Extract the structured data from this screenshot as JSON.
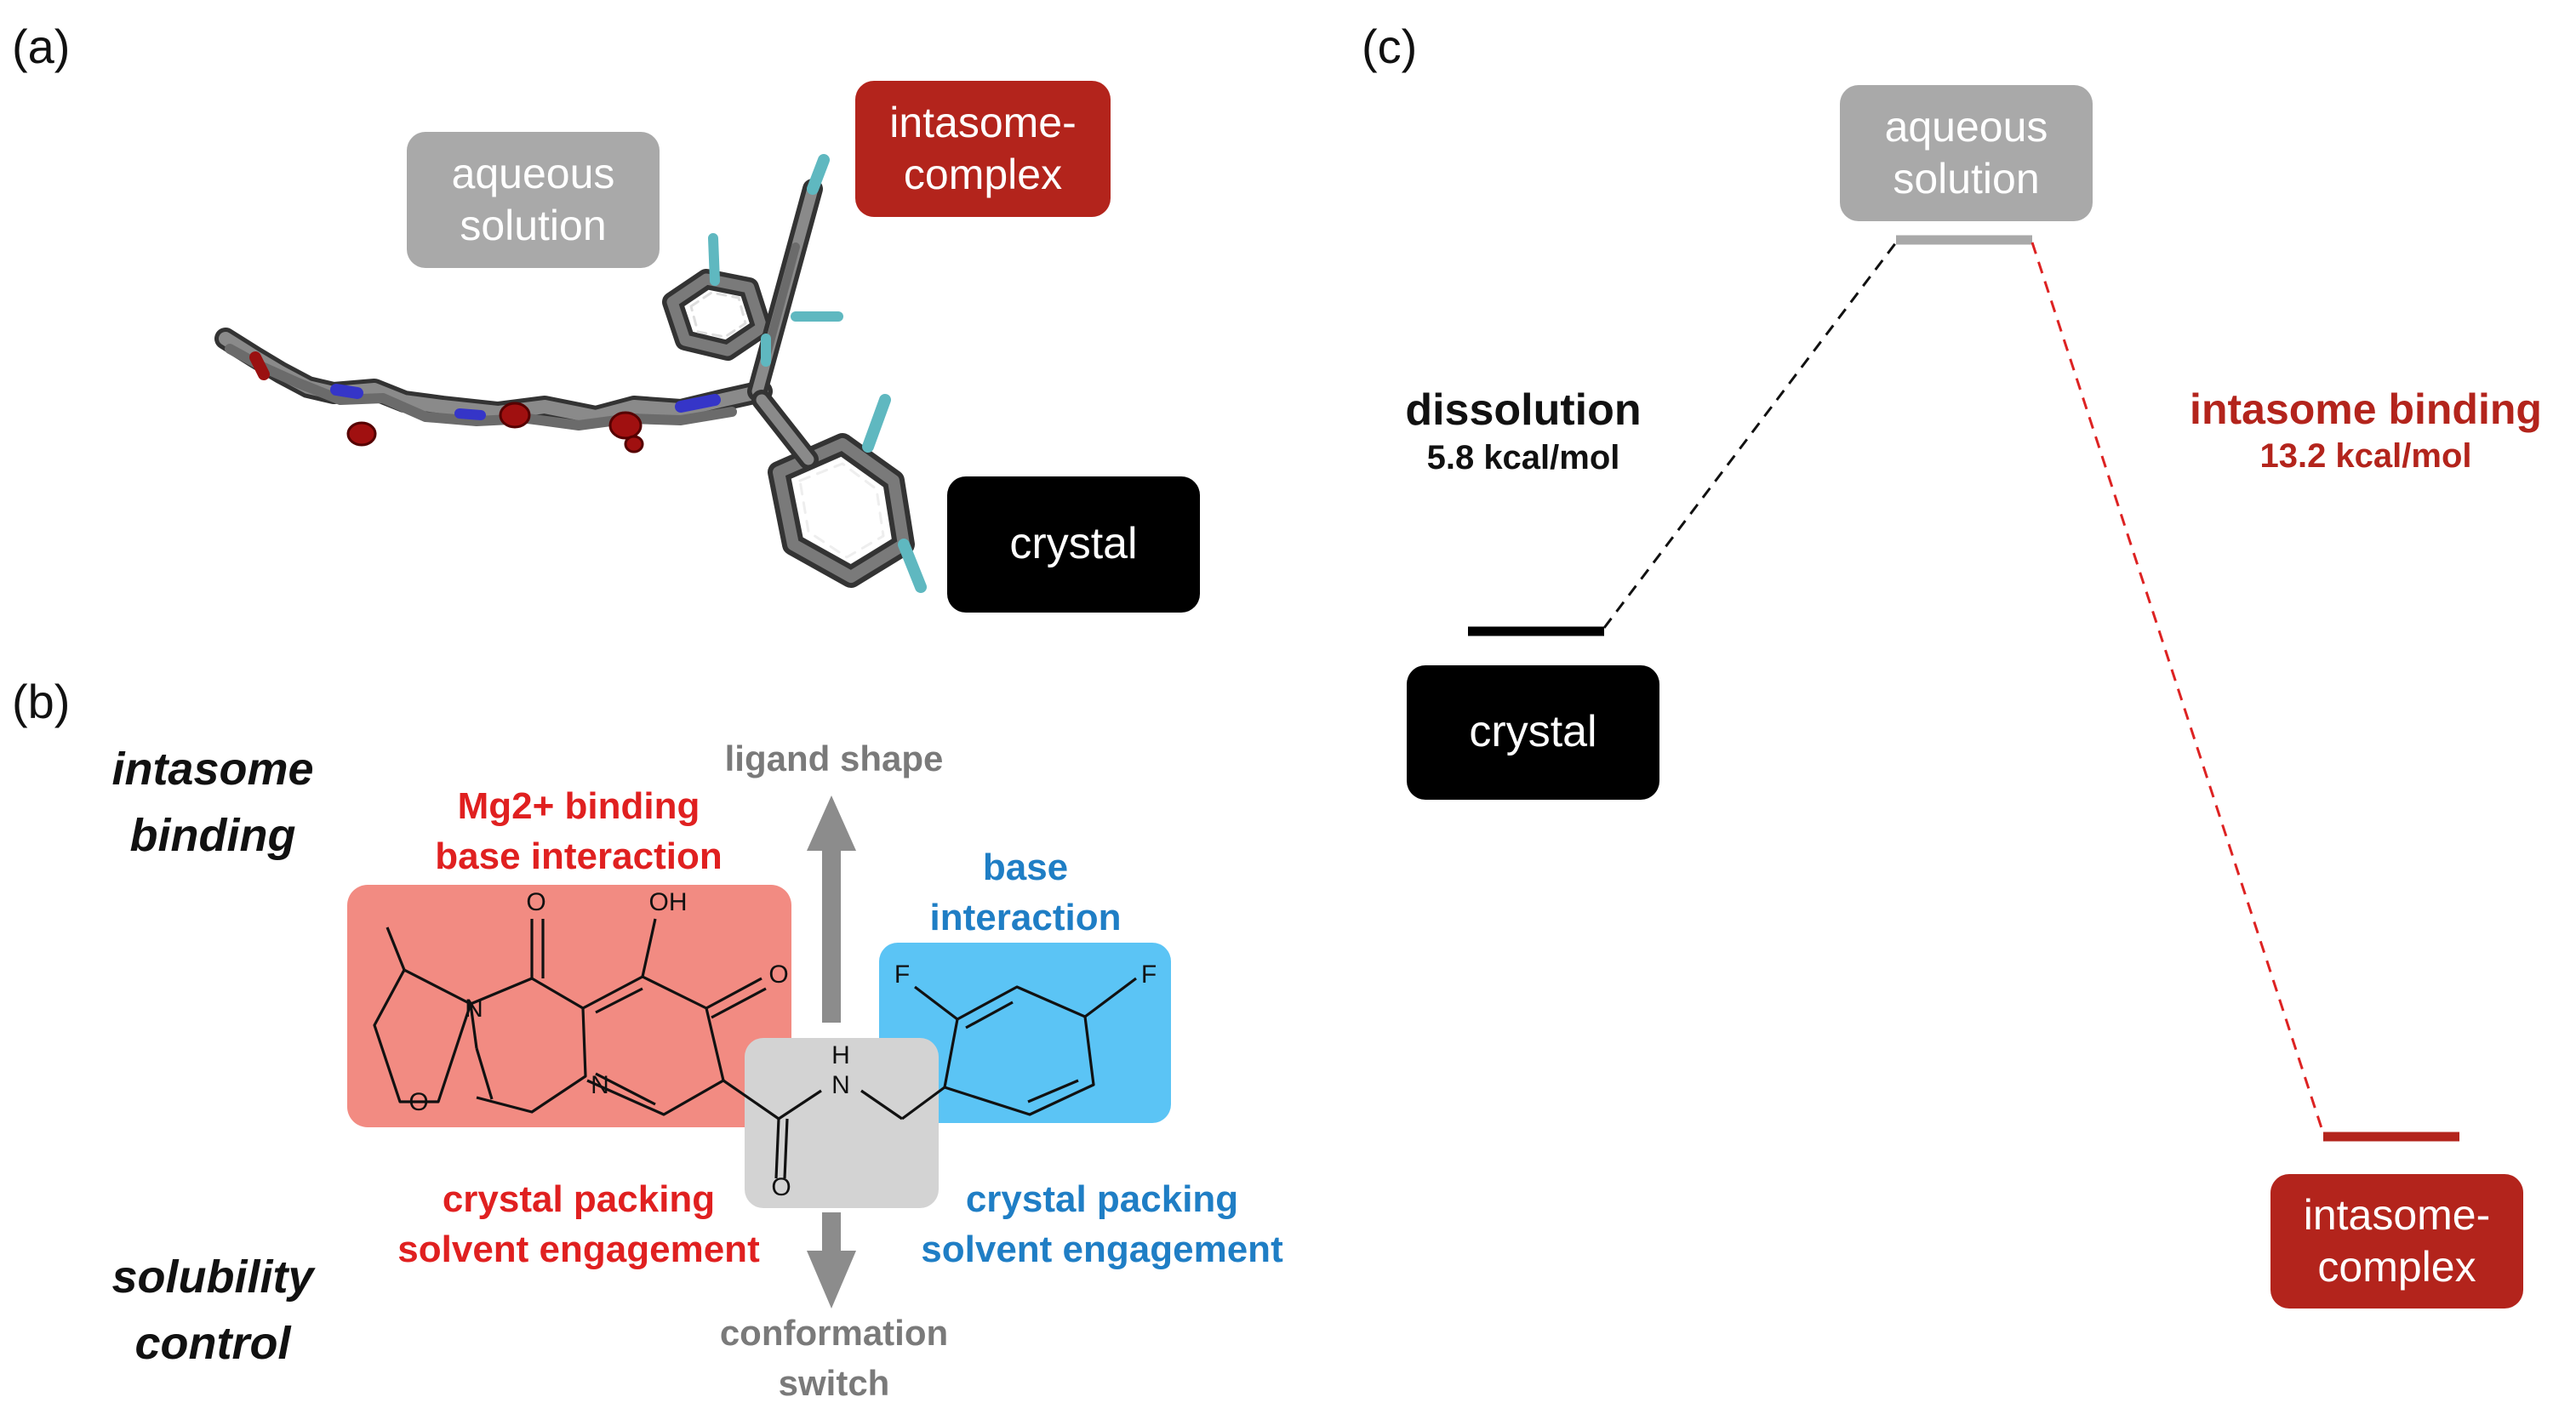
{
  "panels": {
    "a": "(a)",
    "b": "(b)",
    "c": "(c)"
  },
  "panel_a": {
    "aqueous_box": [
      "aqueous",
      "solution"
    ],
    "intasome_box": [
      "intasome-",
      "complex"
    ],
    "crystal_box": "crystal"
  },
  "panel_b": {
    "left_labels": {
      "top": [
        "intasome",
        "binding"
      ],
      "bottom": [
        "solubility",
        "control"
      ]
    },
    "ligand_shape": "ligand shape",
    "conformation_switch": [
      "conformation",
      "switch"
    ],
    "red_top": [
      "Mg2+ binding",
      "base interaction"
    ],
    "blue_top": [
      "base",
      "interaction"
    ],
    "red_bottom": [
      "crystal packing",
      "solvent engagement"
    ],
    "blue_bottom": [
      "crystal packing",
      "solvent engagement"
    ],
    "atoms": {
      "o1": "O",
      "oh": "OH",
      "o2": "O",
      "n1": "N",
      "n2": "N",
      "o3": "O",
      "nh": "H",
      "nh_n": "N",
      "o4": "O",
      "f1": "F",
      "f2": "F"
    }
  },
  "panel_c": {
    "aqueous_box": [
      "aqueous",
      "solution"
    ],
    "crystal_box": "crystal",
    "intasome_box": [
      "intasome-",
      "complex"
    ],
    "dissolution": {
      "title": "dissolution",
      "energy": "5.8 kcal/mol"
    },
    "binding": {
      "title": "intasome binding",
      "energy": "13.2 kcal/mol"
    }
  },
  "colors": {
    "gray_box": "#a9a9a9",
    "red_box": "#b3241c",
    "red_region": "#f28b82",
    "blue_region": "#5bc4f5",
    "gray_region": "#d3d3d3",
    "red_text": "#e02020",
    "blue_text": "#1f7ec5"
  }
}
